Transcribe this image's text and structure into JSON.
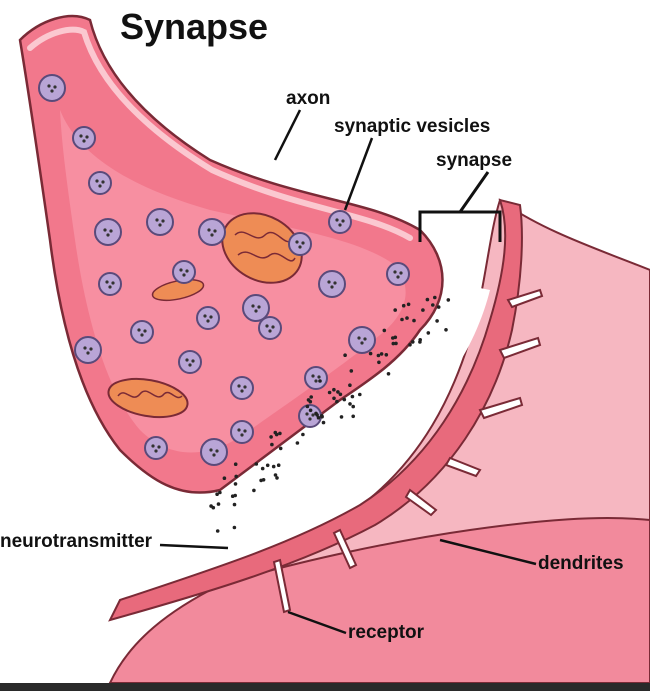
{
  "title": "Synapse",
  "labels": {
    "axon": "axon",
    "synaptic_vesicles": "synaptic vesicles",
    "synapse": "synapse",
    "neurotransmitter": "neurotransmitter",
    "dendrites": "dendrites",
    "receptor": "receptor"
  },
  "colors": {
    "axon_fill": "#f2788c",
    "axon_inner": "#f78fa1",
    "axon_rim": "#fbc8d0",
    "vesicle_fill": "#b9a5d6",
    "vesicle_rim": "#5a4a7a",
    "mitochondria": "#ee8c55",
    "dendrite_fill": "#f6b7c1",
    "membrane": "#e86a7c",
    "outline": "#7a2a36"
  }
}
